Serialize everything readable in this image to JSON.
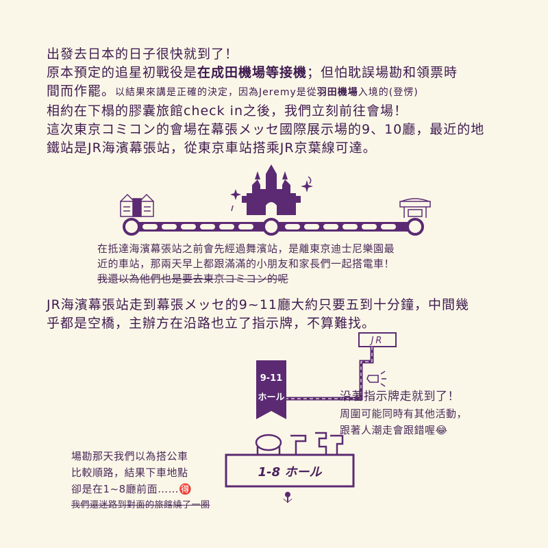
{
  "intro": {
    "line1": "出發去日本的日子很快就到了！",
    "line2_a": "原本預定的追星初戰役是",
    "line2_b": "在成田機場等接機",
    "line2_c": "；但怕耽誤場勘和領票時",
    "line3_a": "間而作罷。",
    "line3_b": "以結果來講是正確的決定，因為Jeremy是從",
    "line3_c": "羽田機場",
    "line3_d": "入境的(登愣)",
    "line4": "相約在下榻的膠囊旅館check in之後，我們立刻前往會場！",
    "line5": "這次東京コミコン的會場在幕張メッセ國際展示場的9、10廳，最近的地",
    "line6": "鐵站是JR海濱幕張站，從東京車站搭乘JR京葉線可達。"
  },
  "train_note": {
    "line1": "在抵達海濱幕張站之前會先經過舞濱站，是離東京迪士尼樂園最",
    "line2": "近的車站，那兩天早上都跟滿滿的小朋友和家長們一起搭電車！",
    "line3": "我還以為他們也是要去東京コミコン的呢"
  },
  "walk": {
    "line1": "JR海濱幕張站走到幕張メッセ的9~11廳大約只要五到十分鐘，中間幾",
    "line2": "乎都是空橋，主辦方在沿路也立了指示牌，不算難找。"
  },
  "map": {
    "station_label": "JR",
    "hall_9_11_line1": "9-11",
    "hall_9_11_line2": "ホール",
    "hall_1_8": "1-8 ホール",
    "colors": {
      "accent": "#5b2a73",
      "background": "#fbf7e8"
    }
  },
  "sign_note": {
    "line1": "沿著指示牌走就到了！",
    "line2": "周圍可能同時有其他活動，",
    "line3": "跟著人潮走會跟錯喔😂"
  },
  "bus_note": {
    "line1": "場勘那天我們以為搭公車",
    "line2": "比較順路，結果下車地點",
    "line3": "卻是在1~8廳前面……🉐",
    "line4": "我們還迷路到對面的旅館繞了一圈"
  }
}
